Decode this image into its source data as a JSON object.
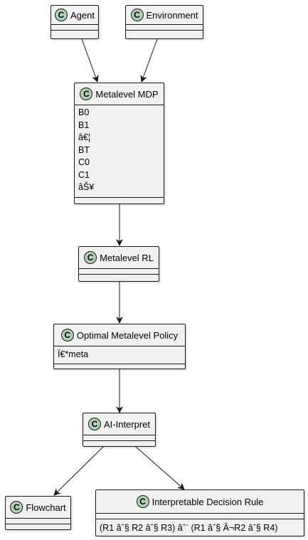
{
  "classes": {
    "agent": {
      "name": "Agent",
      "icon": "class-icon",
      "icon_letter": "C",
      "fields": []
    },
    "environment": {
      "name": "Environment",
      "icon": "class-icon",
      "icon_letter": "C",
      "fields": []
    },
    "metalevel_mdp": {
      "name": "Metalevel MDP",
      "icon": "class-icon",
      "icon_letter": "C",
      "fields": [
        "B0",
        "B1",
        "â€¦",
        "BT",
        "C0",
        "C1",
        "âŠ¥"
      ]
    },
    "metalevel_rl": {
      "name": "Metalevel RL",
      "icon": "class-icon",
      "icon_letter": "C",
      "fields": []
    },
    "optimal_policy": {
      "name": "Optimal Metalevel Policy",
      "icon": "class-icon",
      "icon_letter": "C",
      "fields": [
        "Ï€*meta"
      ]
    },
    "ai_interpret": {
      "name": "AI-Interpret",
      "icon": "class-icon",
      "icon_letter": "C",
      "fields": []
    },
    "flowchart": {
      "name": "Flowchart",
      "icon": "class-icon",
      "icon_letter": "C",
      "fields": []
    },
    "decision_rule": {
      "name": "Interpretable Decision Rule",
      "icon": "class-icon",
      "icon_letter": "C",
      "fields": [
        "(R1 âˆ§ R2 âˆ§ R3) âˆ¨ (R1 âˆ§ Â¬R2 âˆ§ R4)"
      ]
    }
  },
  "edges": [
    {
      "from": "Agent",
      "to": "Metalevel MDP"
    },
    {
      "from": "Environment",
      "to": "Metalevel MDP"
    },
    {
      "from": "Metalevel MDP",
      "to": "Metalevel RL"
    },
    {
      "from": "Metalevel RL",
      "to": "Optimal Metalevel Policy"
    },
    {
      "from": "Optimal Metalevel Policy",
      "to": "AI-Interpret"
    },
    {
      "from": "AI-Interpret",
      "to": "Flowchart"
    },
    {
      "from": "AI-Interpret",
      "to": "Interpretable Decision Rule"
    }
  ],
  "colors": {
    "box_fill": "#f1f1f1",
    "border": "#181818",
    "class_icon_fill": "#add1b2"
  }
}
